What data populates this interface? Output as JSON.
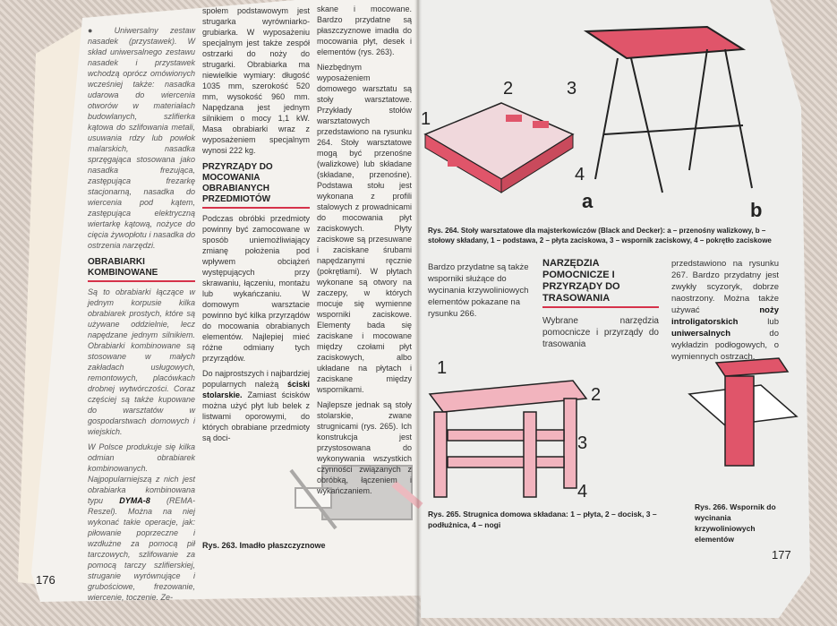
{
  "left_page": {
    "page_number": "176",
    "col1": {
      "intro": "● Uniwersalny zestaw nasadek (przystawek). W skład uniwersalnego zestawu nasadek i przystawek wchodzą oprócz omówionych wcześniej także: nasadka udarowa do wiercenia otworów w materiałach budowlanych, szlifierka kątowa do szlifowania metali, usuwania rdzy lub powłok malarskich, nasadka sprzęgająca stosowana jako nasadka frezująca, zastępująca frezarkę stacjonarną, nasadka do wiercenia pod kątem, zastępująca elektryczną wiertarkę kątową, nożyce do cięcia żywopłotu i nasadka do ostrzenia narzędzi.",
      "heading": "OBRABIARKI KOMBINOWANE",
      "para1": "Są to obrabiarki łączące w jednym korpusie kilka obrabiarek prostych, które są używane oddzielnie, lecz napędzane jednym silnikiem. Obrabiarki kombinowane są stosowane w małych zakładach usługowych, remontowych, placówkach drobnej wytwórczości. Coraz częściej są także kupowane do warsztatów w gospodarstwach domowych i wiejskich.",
      "para2_a": "W Polsce produkuje się kilka odmian obrabiarek kombinowanych. Najpopularniejszą z nich jest obrabiarka kombinowana typu ",
      "para2_bold": "DYMA-8",
      "para2_b": " (REMA-Reszel). Można na niej wykonać takie operacje, jak: piłowanie poprzeczne i wzdłużne za pomocą pił tarczowych, szlifowanie za pomocą tarczy szlifierskiej, struganie wyrównujące i grubościowe, frezowanie, wiercenie, toczenie. Ze-"
    },
    "col2": {
      "para_top": "społem podstawowym jest strugarka wyrówniarko-grubiarka. W wyposażeniu specjalnym jest także zespół ostrzarki do noży do strugarki. Obrabiarka ma niewielkie wymiary: długość 1035 mm, szerokość 520 mm, wysokość 960 mm. Napędzana jest jednym silnikiem o mocy 1,1 kW. Masa obrabiarki wraz z wyposażeniem specjalnym wynosi 222 kg.",
      "heading": "PRZYRZĄDY DO MOCOWANIA OBRABIANYCH PRZEDMIOTÓW",
      "para1": "Podczas obróbki przedmioty powinny być zamocowane w sposób uniemożliwiający zmianę położenia pod wpływem obciążeń występujących przy skrawaniu, łączeniu, montażu lub wykańczaniu. W domowym warsztacie powinno być kilka przyrządów do mocowania obrabianych elementów. Najlepiej mieć różne odmiany tych przyrządów.",
      "para2_a": "Do najprostszych i najbardziej popularnych należą ",
      "para2_bold": "ściski stolarskie.",
      "para2_b": " Zamiast ścisków można użyć płyt lub belek z listwami oporowymi, do których obrabiane przedmioty są doci-"
    },
    "col3": {
      "para_top": "skane i mocowane. Bardzo przydatne są płaszczyznowe imadła do mocowania płyt, desek i elementów (rys. 263).",
      "para1": "Niezbędnym wyposażeniem domowego warsztatu są stoły warsztatowe. Przykłady stołów warsztatowych przedstawiono na rysunku 264. Stoły warsztatowe mogą być przenośne (walizkowe) lub składane (składane, przenośne). Podstawa stołu jest wykonana z profili stalowych z prowadnicami do mocowania płyt zaciskowych. Płyty zaciskowe są przesuwane i zaciskane śrubami napędzanymi ręcznie (pokrętłami). W płytach wykonane są otwory na zaczepy, w których mocuje się wymienne wsporniki zaciskowe. Elementy bada się zaciskane i mocowane między czołami płyt zaciskowych, albo układane na płytach i zaciskane między wspornikami.",
      "para2": "Najlepsze jednak są stoły stolarskie, zwane strugnicami (rys. 265). Ich konstrukcja jest przystosowana do wykonywania wszystkich czynności związanych z obróbką, łączeniem i wykańczaniem."
    },
    "figure_263_caption": "Rys. 263. Imadło płaszczyznowe"
  },
  "right_page": {
    "page_number": "177",
    "figure_264": {
      "labels": [
        "1",
        "2",
        "3",
        "4"
      ],
      "sub_a": "a",
      "sub_b": "b",
      "caption": "Rys. 264. Stoły warsztatowe dla majsterkowiczów (Black and Decker): a – przenośny walizkowy, b – stołowy składany, 1 – podstawa, 2 – płyta zaciskowa, 3 – wspornik zaciskowy, 4 – pokrętło zaciskowe"
    },
    "col1": "Bardzo przydatne są także wsporniki służące do wycinania krzywoliniowych elementów pokazane na rysunku 266.",
    "col2": {
      "heading": "NARZĘDZIA POMOCNICZE I PRZYRZĄDY DO TRASOWANIA",
      "para": "Wybrane narzędzia pomocnicze i przyrządy do trasowania"
    },
    "col3_a": "przedstawiono na rysunku 267. Bardzo przydatny jest zwykły scyzoryk, dobrze naostrzony. Można także używać ",
    "col3_bold1": "noży introligatorskich",
    "col3_b": " lub ",
    "col3_bold2": "uniwersalnych",
    "col3_c": " do wykładzin podłogowych, o wymiennych ostrzach.",
    "figure_265": {
      "labels": [
        "1",
        "2",
        "3",
        "4"
      ],
      "caption": "Rys. 265. Strugnica domowa składana: 1 – płyta, 2 – docisk, 3 – podłużnica, 4 – nogi"
    },
    "figure_266": {
      "caption": "Rys. 266. Wspornik do wycinania krzywoliniowych elementów"
    }
  },
  "colors": {
    "accent_red": "#d6324a",
    "illustration_red": "#e0556a",
    "paper": "#f3f1ee"
  }
}
